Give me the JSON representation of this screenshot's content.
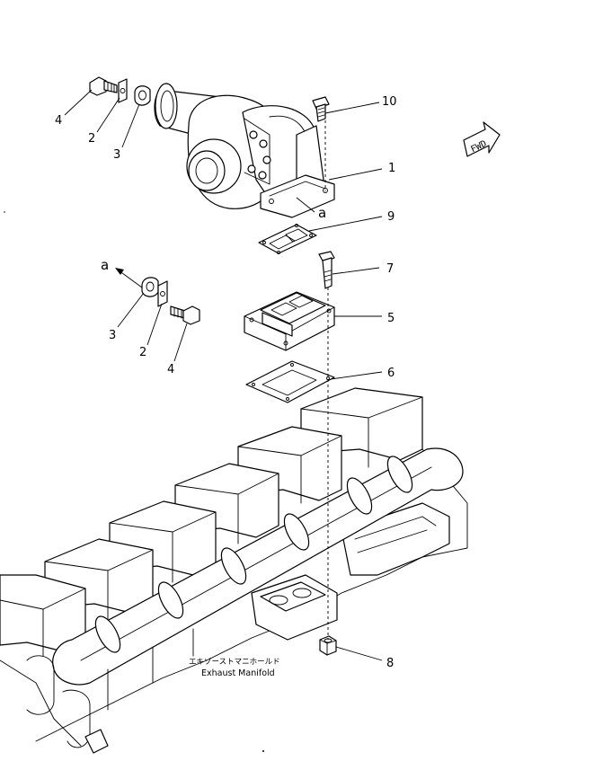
{
  "callouts": {
    "c10": "10",
    "c1": "1",
    "c9": "9",
    "c7": "7",
    "c5": "5",
    "c6": "6",
    "c8": "8",
    "top_4": "4",
    "top_2": "2",
    "top_3": "3",
    "mid_3": "3",
    "mid_2": "2",
    "mid_4": "4"
  },
  "reference_letters": {
    "a_top": "a",
    "a_mid": "a"
  },
  "fwd_label": "FWD",
  "manifold_label": {
    "japanese": "エキゾーストマニホールド",
    "english": "Exhaust Manifold"
  }
}
